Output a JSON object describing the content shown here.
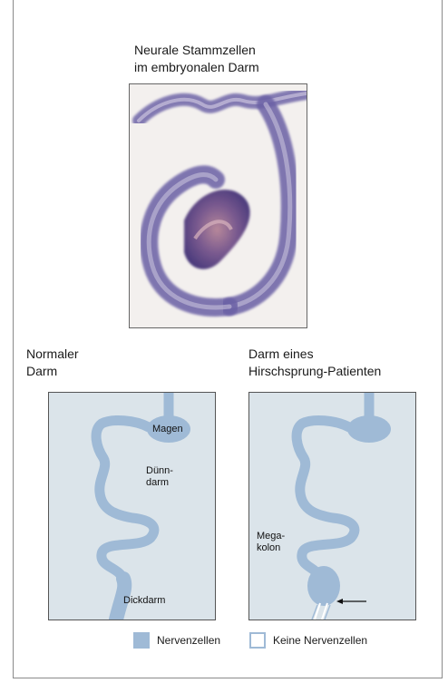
{
  "top_caption": {
    "line1": "Neurale Stammzellen",
    "line2": "im embryonalen Darm"
  },
  "left_panel": {
    "title_line1": "Normaler",
    "title_line2": "Darm",
    "labels": {
      "magen": "Magen",
      "duenn1": "Dünn-",
      "duenn2": "darm",
      "dick": "Dickdarm"
    }
  },
  "right_panel": {
    "title_line1": "Darm eines",
    "title_line2": "Hirschsprung-Patienten",
    "labels": {
      "mega1": "Mega-",
      "mega2": "kolon"
    }
  },
  "legend": {
    "filled": "Nervenzellen",
    "empty": "Keine Nervenzellen"
  },
  "colors": {
    "gut": "#9fbad6",
    "panel_bg": "#dbe4ea",
    "stain": "#6b5fa8"
  }
}
